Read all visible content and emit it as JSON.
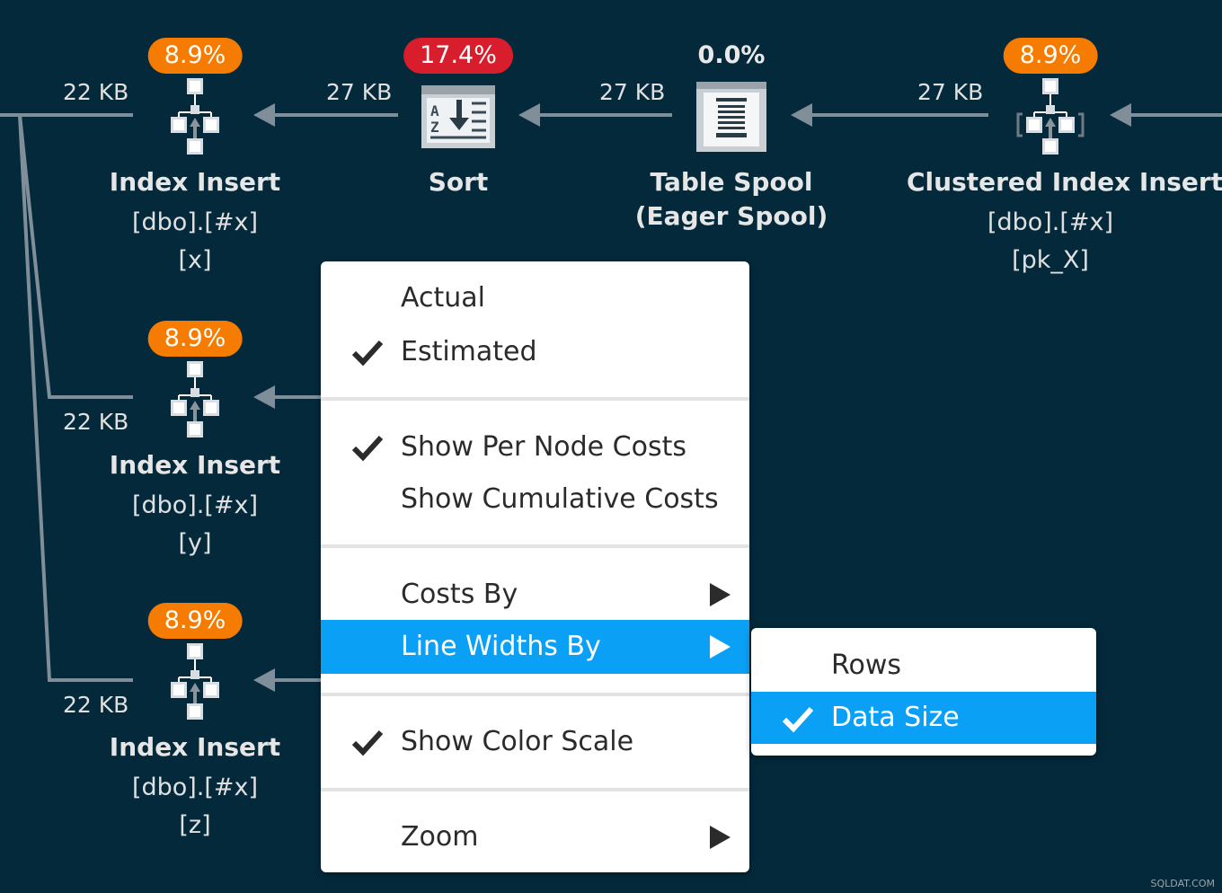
{
  "nodes": {
    "index_insert_x": {
      "cost": "8.9%",
      "name": "Index Insert",
      "line1": "[dbo].[#x]",
      "line2": "[x]"
    },
    "sort": {
      "cost": "17.4%",
      "name": "Sort"
    },
    "table_spool": {
      "cost": "0.0%",
      "name": "Table Spool",
      "name2": "(Eager Spool)"
    },
    "clustered_insert": {
      "cost": "8.9%",
      "name": "Clustered Index Insert",
      "line1": "[dbo].[#x]",
      "line2": "[pk_X]"
    },
    "index_insert_y": {
      "cost": "8.9%",
      "name": "Index Insert",
      "line1": "[dbo].[#x]",
      "line2": "[y]"
    },
    "index_insert_z": {
      "cost": "8.9%",
      "name": "Index Insert",
      "line1": "[dbo].[#x]",
      "line2": "[z]"
    }
  },
  "edges": {
    "e1": "22 KB",
    "e2": "27 KB",
    "e3": "27 KB",
    "e4": "27 KB",
    "e5": "22 KB",
    "e6": "22 KB"
  },
  "context_menu": {
    "actual": "Actual",
    "estimated": "Estimated",
    "per_node": "Show Per Node Costs",
    "cumulative": "Show Cumulative Costs",
    "costs_by": "Costs By",
    "line_widths_by": "Line Widths By",
    "color_scale": "Show Color Scale",
    "zoom": "Zoom"
  },
  "submenu": {
    "rows": "Rows",
    "data_size": "Data Size"
  },
  "watermark": "SQLDAT.COM",
  "colors": {
    "background": "#03293a",
    "badge_orange": "#f57c00",
    "badge_red": "#d81e2c",
    "selection": "#0aa0f5",
    "connector": "#7f8e99"
  }
}
